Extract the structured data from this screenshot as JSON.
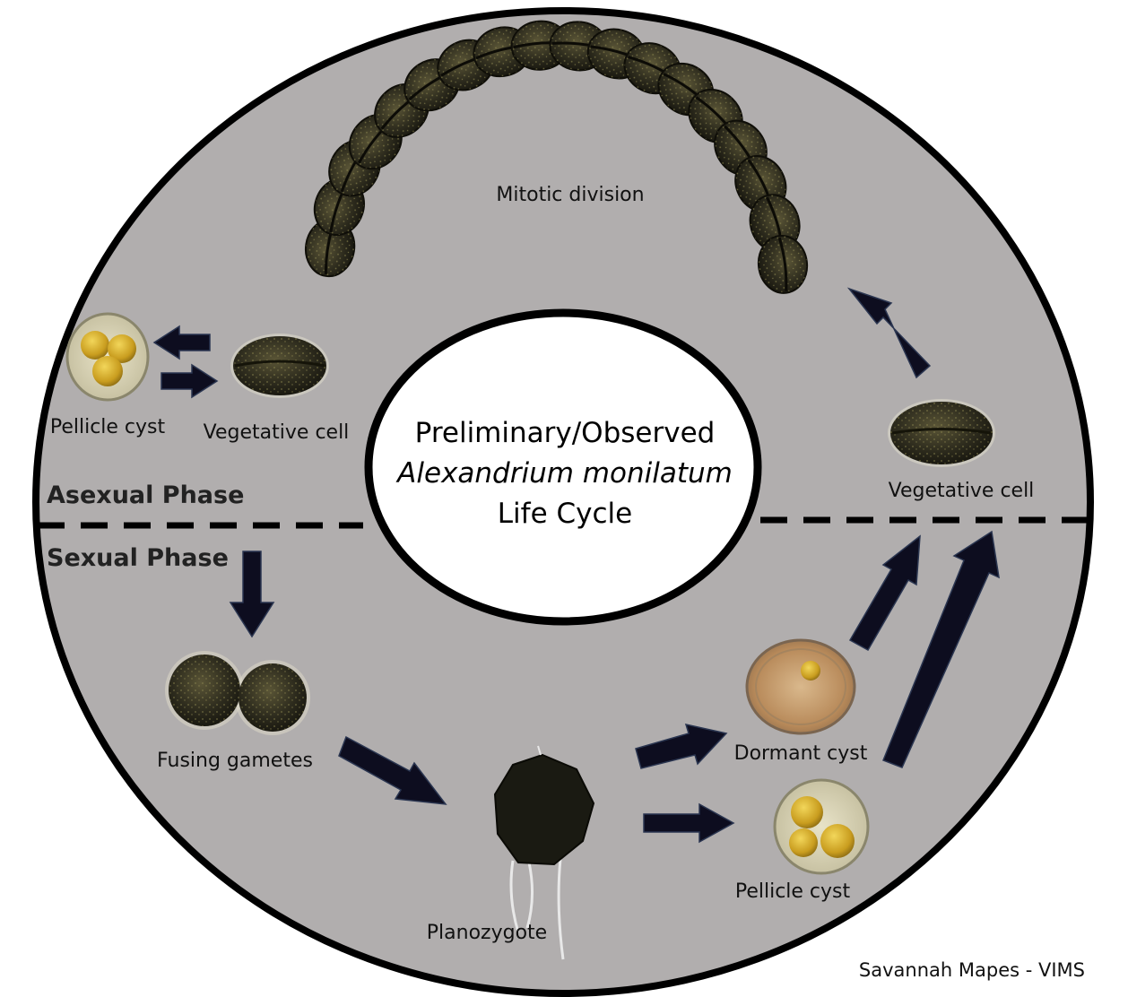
{
  "title": {
    "line1": "Preliminary/Observed",
    "line2": "Alexandrium monilatum",
    "line3": "Life Cycle"
  },
  "phases": {
    "asexual": "Asexual Phase",
    "sexual": "Sexual Phase"
  },
  "stages": {
    "mitotic_division": "Mitotic division",
    "pellicle_cyst_asexual": "Pellicle cyst",
    "vegetative_cell_left": "Vegetative cell",
    "vegetative_cell_right": "Vegetative cell",
    "fusing_gametes": "Fusing gametes",
    "planozygote": "Planozygote",
    "dormant_cyst": "Dormant cyst",
    "pellicle_cyst_sexual": "Pellicle cyst"
  },
  "credit": "Savannah Mapes - VIMS",
  "colors": {
    "ring_fill": "#b1aeae",
    "outline": "#000000",
    "arrow_fill": "#0d0d1f",
    "cell_dark": "#2b2a1c",
    "cyst_yellow": "#d7b53c"
  }
}
